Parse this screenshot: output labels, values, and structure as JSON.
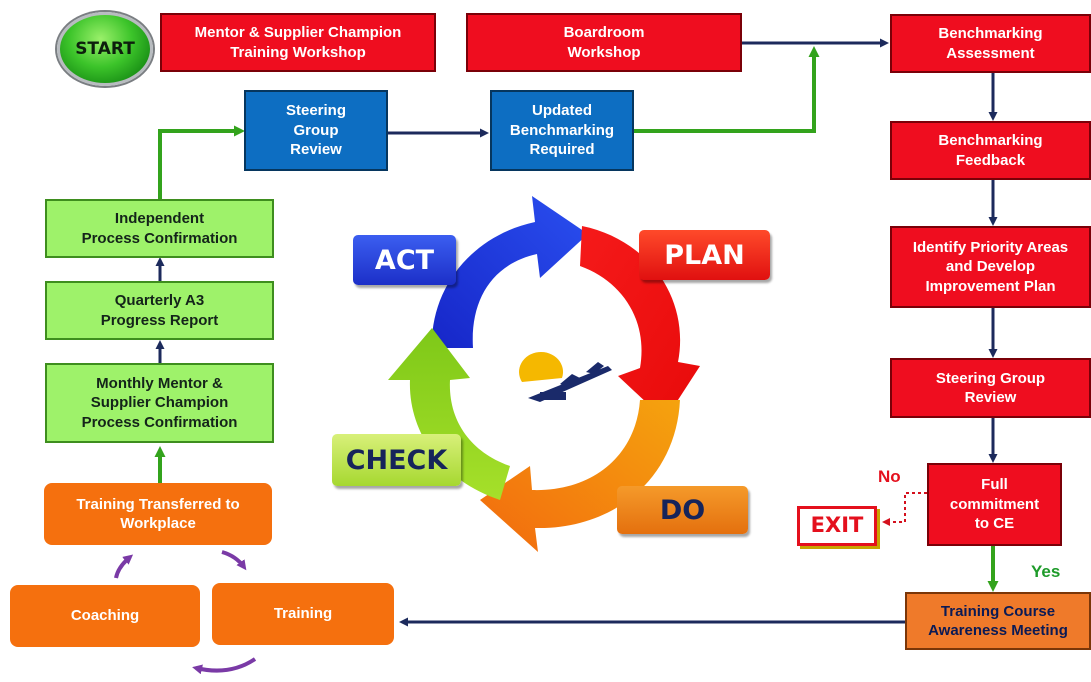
{
  "start": {
    "label": "START"
  },
  "boxes": {
    "mentor_workshop": "Mentor & Supplier Champion\nTraining Workshop",
    "boardroom": "Boardroom\nWorkshop",
    "bench_assess": "Benchmarking\nAssessment",
    "bench_feedback": "Benchmarking\nFeedback",
    "priority": "Identify Priority Areas\nand Develop\nImprovement Plan",
    "steering_right": "Steering Group\nReview",
    "commitment": "Full\ncommitment\nto CE",
    "exit": "EXIT",
    "awareness": "Training  Course\nAwareness Meeting",
    "training": "Training",
    "coaching": "Coaching",
    "transferred": "Training  Transferred to\nWorkplace",
    "monthly": "Monthly Mentor &\nSupplier  Champion\nProcess Confirmation",
    "quarterly": "Quarterly A3\nProgress Report",
    "independent": "Independent\nProcess Confirmation",
    "steering_top": "Steering\nGroup\nReview",
    "updated": "Updated\nBenchmarking\nRequired"
  },
  "decision": {
    "no": "No",
    "yes": "Yes"
  },
  "cycle": {
    "act": "ACT",
    "plan": "PLAN",
    "do": "DO",
    "check": "CHECK"
  },
  "colors": {
    "red": "#ef0d1f",
    "blue": "#0d6ec2",
    "green": "#9ef26a",
    "orange": "#f5700e",
    "navy": "#1c2a5c",
    "arrow_green": "#33a31c"
  }
}
